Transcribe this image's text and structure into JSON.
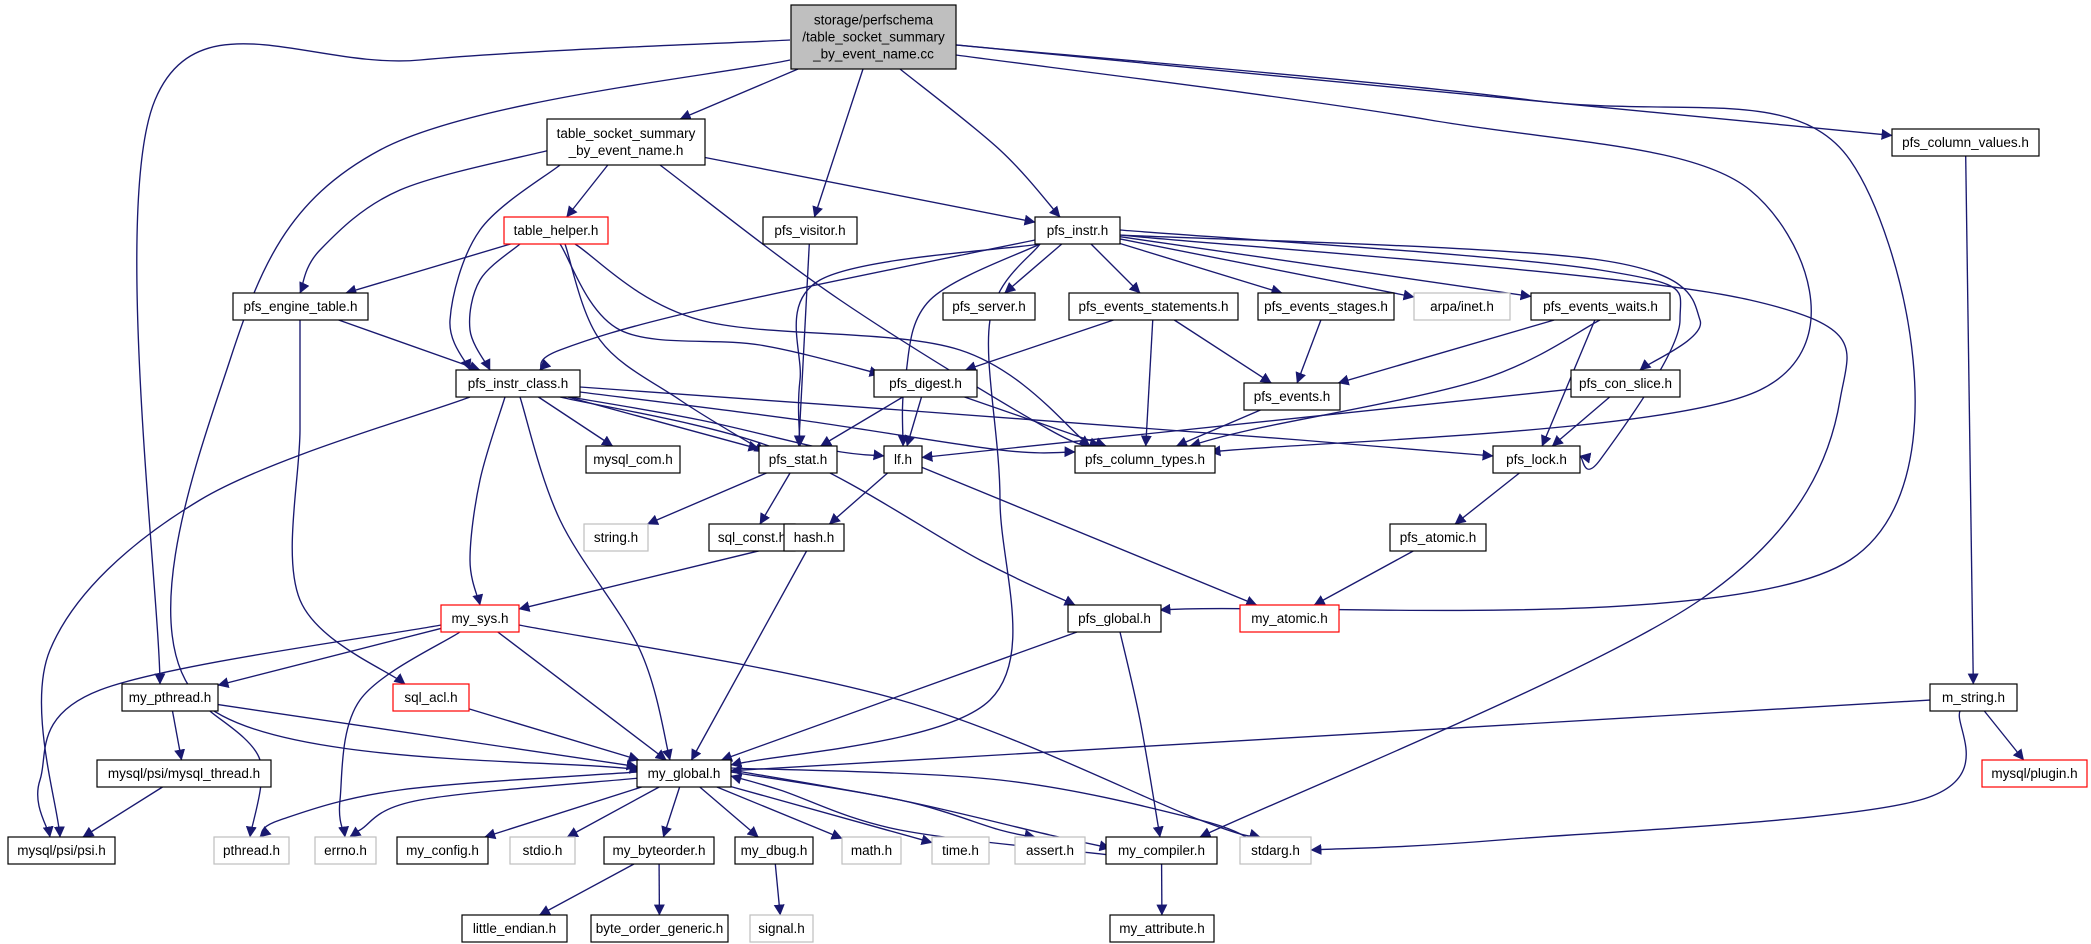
{
  "graph": {
    "colors": {
      "edge": "#191970",
      "root_fill": "#bfbfbf",
      "node_border": "#000000",
      "error_border": "#ff0000",
      "external_border": "#bfbfbf",
      "background": "#ffffff"
    },
    "nodes": [
      {
        "id": "root",
        "lines": [
          "storage/perfschema",
          "/table_socket_summary",
          "_by_event_name.cc"
        ],
        "kind": "root"
      },
      {
        "id": "tsse_h",
        "lines": [
          "table_socket_summary",
          "_by_event_name.h"
        ],
        "kind": "normal"
      },
      {
        "id": "pfs_column_values",
        "lines": [
          "pfs_column_values.h"
        ],
        "kind": "normal"
      },
      {
        "id": "table_helper",
        "lines": [
          "table_helper.h"
        ],
        "kind": "error"
      },
      {
        "id": "pfs_visitor",
        "lines": [
          "pfs_visitor.h"
        ],
        "kind": "normal"
      },
      {
        "id": "pfs_instr",
        "lines": [
          "pfs_instr.h"
        ],
        "kind": "normal"
      },
      {
        "id": "pfs_engine_table",
        "lines": [
          "pfs_engine_table.h"
        ],
        "kind": "normal"
      },
      {
        "id": "pfs_server",
        "lines": [
          "pfs_server.h"
        ],
        "kind": "normal"
      },
      {
        "id": "pfs_events_statements",
        "lines": [
          "pfs_events_statements.h"
        ],
        "kind": "normal"
      },
      {
        "id": "pfs_events_stages",
        "lines": [
          "pfs_events_stages.h"
        ],
        "kind": "normal"
      },
      {
        "id": "arpa_inet",
        "lines": [
          "arpa/inet.h"
        ],
        "kind": "external"
      },
      {
        "id": "pfs_events_waits",
        "lines": [
          "pfs_events_waits.h"
        ],
        "kind": "normal"
      },
      {
        "id": "pfs_instr_class",
        "lines": [
          "pfs_instr_class.h"
        ],
        "kind": "normal"
      },
      {
        "id": "pfs_digest",
        "lines": [
          "pfs_digest.h"
        ],
        "kind": "normal"
      },
      {
        "id": "pfs_events",
        "lines": [
          "pfs_events.h"
        ],
        "kind": "normal"
      },
      {
        "id": "pfs_con_slice",
        "lines": [
          "pfs_con_slice.h"
        ],
        "kind": "normal"
      },
      {
        "id": "mysql_com",
        "lines": [
          "mysql_com.h"
        ],
        "kind": "normal"
      },
      {
        "id": "pfs_stat",
        "lines": [
          "pfs_stat.h"
        ],
        "kind": "normal"
      },
      {
        "id": "lf",
        "lines": [
          "lf.h"
        ],
        "kind": "normal"
      },
      {
        "id": "pfs_column_types",
        "lines": [
          "pfs_column_types.h"
        ],
        "kind": "normal"
      },
      {
        "id": "pfs_lock",
        "lines": [
          "pfs_lock.h"
        ],
        "kind": "normal"
      },
      {
        "id": "string_h",
        "lines": [
          "string.h"
        ],
        "kind": "external"
      },
      {
        "id": "sql_const",
        "lines": [
          "sql_const.h"
        ],
        "kind": "normal"
      },
      {
        "id": "hash",
        "lines": [
          "hash.h"
        ],
        "kind": "normal"
      },
      {
        "id": "pfs_atomic",
        "lines": [
          "pfs_atomic.h"
        ],
        "kind": "normal"
      },
      {
        "id": "my_sys",
        "lines": [
          "my_sys.h"
        ],
        "kind": "error"
      },
      {
        "id": "pfs_global",
        "lines": [
          "pfs_global.h"
        ],
        "kind": "normal"
      },
      {
        "id": "my_atomic",
        "lines": [
          "my_atomic.h"
        ],
        "kind": "error"
      },
      {
        "id": "my_pthread",
        "lines": [
          "my_pthread.h"
        ],
        "kind": "normal"
      },
      {
        "id": "sql_acl",
        "lines": [
          "sql_acl.h"
        ],
        "kind": "error"
      },
      {
        "id": "m_string",
        "lines": [
          "m_string.h"
        ],
        "kind": "normal"
      },
      {
        "id": "mysql_thread",
        "lines": [
          "mysql/psi/mysql_thread.h"
        ],
        "kind": "normal"
      },
      {
        "id": "my_global",
        "lines": [
          "my_global.h"
        ],
        "kind": "normal"
      },
      {
        "id": "mysql_plugin",
        "lines": [
          "mysql/plugin.h"
        ],
        "kind": "error"
      },
      {
        "id": "psi",
        "lines": [
          "mysql/psi/psi.h"
        ],
        "kind": "normal"
      },
      {
        "id": "pthread_h",
        "lines": [
          "pthread.h"
        ],
        "kind": "external"
      },
      {
        "id": "errno_h",
        "lines": [
          "errno.h"
        ],
        "kind": "external"
      },
      {
        "id": "my_config",
        "lines": [
          "my_config.h"
        ],
        "kind": "normal"
      },
      {
        "id": "stdio_h",
        "lines": [
          "stdio.h"
        ],
        "kind": "external"
      },
      {
        "id": "my_byteorder",
        "lines": [
          "my_byteorder.h"
        ],
        "kind": "normal"
      },
      {
        "id": "my_dbug",
        "lines": [
          "my_dbug.h"
        ],
        "kind": "normal"
      },
      {
        "id": "math_h",
        "lines": [
          "math.h"
        ],
        "kind": "external"
      },
      {
        "id": "time_h",
        "lines": [
          "time.h"
        ],
        "kind": "external"
      },
      {
        "id": "assert_h",
        "lines": [
          "assert.h"
        ],
        "kind": "external"
      },
      {
        "id": "my_compiler",
        "lines": [
          "my_compiler.h"
        ],
        "kind": "normal"
      },
      {
        "id": "stdarg_h",
        "lines": [
          "stdarg.h"
        ],
        "kind": "external"
      },
      {
        "id": "little_endian",
        "lines": [
          "little_endian.h"
        ],
        "kind": "normal"
      },
      {
        "id": "byte_order_generic",
        "lines": [
          "byte_order_generic.h"
        ],
        "kind": "normal"
      },
      {
        "id": "signal_h",
        "lines": [
          "signal.h"
        ],
        "kind": "external"
      },
      {
        "id": "my_attribute",
        "lines": [
          "my_attribute.h"
        ],
        "kind": "normal"
      }
    ],
    "edges": [
      [
        "root",
        "tsse_h"
      ],
      [
        "root",
        "my_global"
      ],
      [
        "root",
        "my_pthread"
      ],
      [
        "root",
        "pfs_instr"
      ],
      [
        "root",
        "pfs_column_types"
      ],
      [
        "root",
        "pfs_column_values"
      ],
      [
        "root",
        "pfs_global"
      ],
      [
        "root",
        "pfs_visitor"
      ],
      [
        "tsse_h",
        "pfs_column_types"
      ],
      [
        "tsse_h",
        "pfs_engine_table"
      ],
      [
        "tsse_h",
        "pfs_instr_class"
      ],
      [
        "tsse_h",
        "pfs_instr"
      ],
      [
        "tsse_h",
        "table_helper"
      ],
      [
        "table_helper",
        "pfs_column_types"
      ],
      [
        "table_helper",
        "pfs_stat"
      ],
      [
        "table_helper",
        "pfs_engine_table"
      ],
      [
        "table_helper",
        "pfs_instr_class"
      ],
      [
        "table_helper",
        "pfs_digest"
      ],
      [
        "pfs_engine_table",
        "pfs_instr_class"
      ],
      [
        "pfs_engine_table",
        "sql_acl"
      ],
      [
        "pfs_instr_class",
        "my_global"
      ],
      [
        "pfs_instr_class",
        "mysql_com"
      ],
      [
        "pfs_instr_class",
        "lf"
      ],
      [
        "pfs_instr_class",
        "pfs_global"
      ],
      [
        "pfs_instr_class",
        "my_sys"
      ],
      [
        "pfs_instr_class",
        "pfs_lock"
      ],
      [
        "pfs_instr_class",
        "pfs_stat"
      ],
      [
        "pfs_instr_class",
        "pfs_column_types"
      ],
      [
        "pfs_instr_class",
        "psi"
      ],
      [
        "pfs_instr",
        "my_global"
      ],
      [
        "pfs_instr",
        "my_compiler"
      ],
      [
        "pfs_instr",
        "pfs_lock"
      ],
      [
        "pfs_instr",
        "pfs_stat"
      ],
      [
        "pfs_instr",
        "pfs_instr_class"
      ],
      [
        "pfs_instr",
        "pfs_events_waits"
      ],
      [
        "pfs_instr",
        "pfs_events_stages"
      ],
      [
        "pfs_instr",
        "pfs_events_statements"
      ],
      [
        "pfs_instr",
        "pfs_server"
      ],
      [
        "pfs_instr",
        "lf"
      ],
      [
        "pfs_instr",
        "pfs_con_slice"
      ],
      [
        "pfs_instr",
        "arpa_inet"
      ],
      [
        "pfs_visitor",
        "pfs_stat"
      ],
      [
        "pfs_events_statements",
        "pfs_events"
      ],
      [
        "pfs_events_statements",
        "pfs_digest"
      ],
      [
        "pfs_events_statements",
        "pfs_column_types"
      ],
      [
        "pfs_events_stages",
        "pfs_events"
      ],
      [
        "pfs_events_waits",
        "pfs_events"
      ],
      [
        "pfs_events_waits",
        "pfs_lock"
      ],
      [
        "pfs_events_waits",
        "pfs_column_types"
      ],
      [
        "pfs_events",
        "pfs_column_types"
      ],
      [
        "pfs_digest",
        "pfs_column_types"
      ],
      [
        "pfs_digest",
        "lf"
      ],
      [
        "pfs_digest",
        "pfs_stat"
      ],
      [
        "pfs_con_slice",
        "lf"
      ],
      [
        "pfs_con_slice",
        "pfs_lock"
      ],
      [
        "pfs_stat",
        "sql_const"
      ],
      [
        "pfs_stat",
        "string_h"
      ],
      [
        "lf",
        "my_atomic"
      ],
      [
        "lf",
        "hash"
      ],
      [
        "pfs_lock",
        "pfs_atomic"
      ],
      [
        "pfs_atomic",
        "my_atomic"
      ],
      [
        "hash",
        "my_global"
      ],
      [
        "hash",
        "my_sys"
      ],
      [
        "my_sys",
        "my_global"
      ],
      [
        "my_sys",
        "my_pthread"
      ],
      [
        "my_sys",
        "psi"
      ],
      [
        "my_sys",
        "stdarg_h"
      ],
      [
        "my_sys",
        "errno_h"
      ],
      [
        "pfs_global",
        "my_global"
      ],
      [
        "pfs_global",
        "my_compiler"
      ],
      [
        "my_pthread",
        "my_global"
      ],
      [
        "my_pthread",
        "mysql_thread"
      ],
      [
        "my_pthread",
        "pthread_h"
      ],
      [
        "mysql_thread",
        "psi"
      ],
      [
        "sql_acl",
        "my_global"
      ],
      [
        "pfs_column_values",
        "m_string"
      ],
      [
        "m_string",
        "my_global"
      ],
      [
        "m_string",
        "mysql_plugin"
      ],
      [
        "m_string",
        "stdarg_h"
      ],
      [
        "my_global",
        "pthread_h"
      ],
      [
        "my_global",
        "errno_h"
      ],
      [
        "my_global",
        "my_config"
      ],
      [
        "my_global",
        "stdio_h"
      ],
      [
        "my_global",
        "my_byteorder"
      ],
      [
        "my_global",
        "my_dbug"
      ],
      [
        "my_global",
        "math_h"
      ],
      [
        "my_global",
        "time_h"
      ],
      [
        "my_global",
        "assert_h"
      ],
      [
        "my_global",
        "my_compiler"
      ],
      [
        "my_global",
        "stdarg_h"
      ],
      [
        "my_compiler",
        "my_global"
      ],
      [
        "my_compiler",
        "my_attribute"
      ],
      [
        "my_byteorder",
        "little_endian"
      ],
      [
        "my_byteorder",
        "byte_order_generic"
      ],
      [
        "my_dbug",
        "signal_h"
      ]
    ]
  }
}
